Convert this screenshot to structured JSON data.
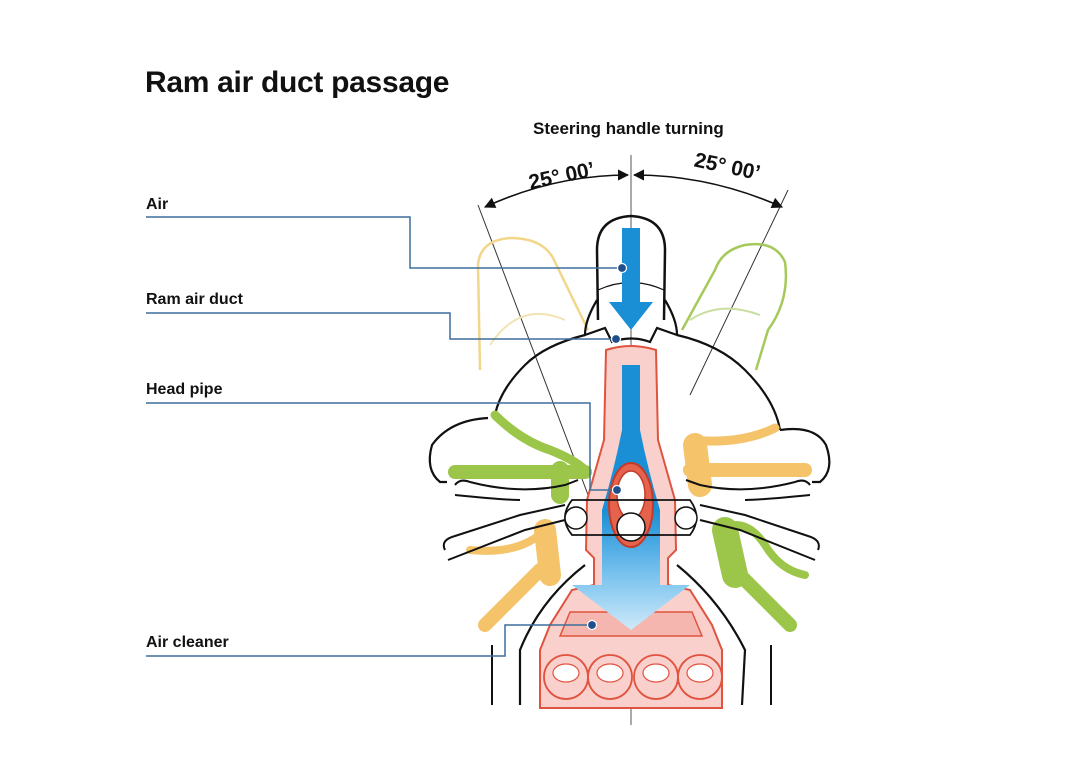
{
  "title": "Ram air duct passage",
  "steering": {
    "label": "Steering handle turning",
    "left_angle": "25° 00’",
    "right_angle": "25° 00’"
  },
  "callouts": [
    {
      "id": "air",
      "label": "Air"
    },
    {
      "id": "ram-air-duct",
      "label": "Ram air duct"
    },
    {
      "id": "head-pipe",
      "label": "Head pipe"
    },
    {
      "id": "air-cleaner",
      "label": "Air cleaner"
    }
  ],
  "colors": {
    "air_flow": "#1a8fd6",
    "air_flow_light": "#a9d8f5",
    "duct_fill": "#f9d0cc",
    "duct_stroke": "#e0533f",
    "callout_line": "#3f6f9a",
    "callout_dot": "#1f4e8c",
    "turn_left": "#f5c46a",
    "turn_right": "#9cc64a",
    "outline": "#111111"
  }
}
